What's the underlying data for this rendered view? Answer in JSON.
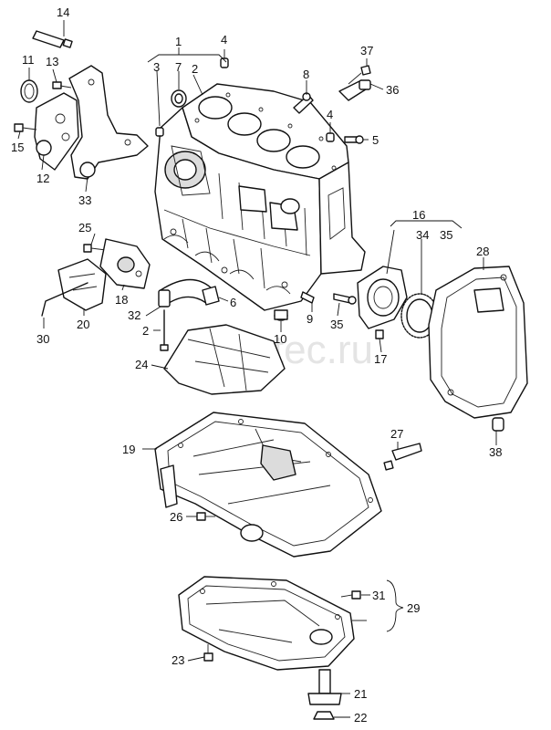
{
  "watermark": "vagtec.ru",
  "callouts": {
    "c1": "1",
    "c2a": "2",
    "c2b": "2",
    "c3": "3",
    "c4a": "4",
    "c4b": "4",
    "c5": "5",
    "c6": "6",
    "c7": "7",
    "c8": "8",
    "c9": "9",
    "c10": "10",
    "c11": "11",
    "c12": "12",
    "c13": "13",
    "c14": "14",
    "c15": "15",
    "c16": "16",
    "c17": "17",
    "c18": "18",
    "c19": "19",
    "c20": "20",
    "c21": "21",
    "c22": "22",
    "c23": "23",
    "c24": "24",
    "c25": "25",
    "c26": "26",
    "c27": "27",
    "c28": "28",
    "c29": "29",
    "c30": "30",
    "c31": "31",
    "c32": "32",
    "c33": "33",
    "c34": "34",
    "c35a": "35",
    "c35b": "35",
    "c36": "36",
    "c37": "37",
    "c38": "38"
  }
}
